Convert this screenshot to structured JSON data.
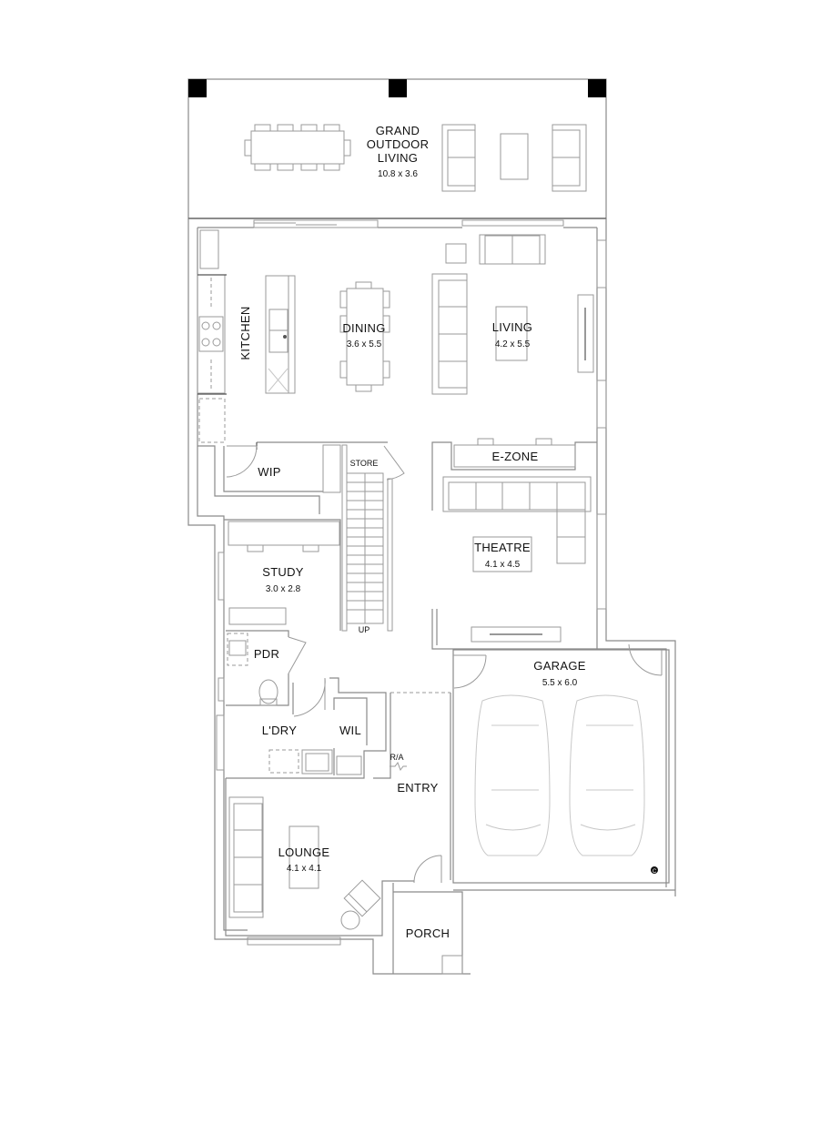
{
  "plan": {
    "rooms": {
      "outdoor": {
        "name_line1": "GRAND",
        "name_line2": "OUTDOOR",
        "name_line3": "LIVING",
        "dims": "10.8 x 3.6"
      },
      "kitchen": {
        "name": "KITCHEN"
      },
      "dining": {
        "name": "DINING",
        "dims": "3.6 x 5.5"
      },
      "living": {
        "name": "LIVING",
        "dims": "4.2 x 5.5"
      },
      "wip": {
        "name": "WIP"
      },
      "store": {
        "name": "STORE"
      },
      "stairs": {
        "label": "UP"
      },
      "ezone": {
        "name": "E-ZONE"
      },
      "theatre": {
        "name": "THEATRE",
        "dims": "4.1 x 4.5"
      },
      "study": {
        "name": "STUDY",
        "dims": "3.0 x 2.8"
      },
      "pdr": {
        "name": "PDR"
      },
      "laundry": {
        "name": "L'DRY"
      },
      "wil": {
        "name": "WIL"
      },
      "ra": {
        "name": "R/A"
      },
      "entry": {
        "name": "ENTRY"
      },
      "garage": {
        "name": "GARAGE",
        "dims": "5.5 x 6.0"
      },
      "lounge": {
        "name": "LOUNGE",
        "dims": "4.1 x 4.1"
      },
      "porch": {
        "name": "PORCH"
      }
    },
    "symbols": {
      "copyright": "C"
    }
  }
}
